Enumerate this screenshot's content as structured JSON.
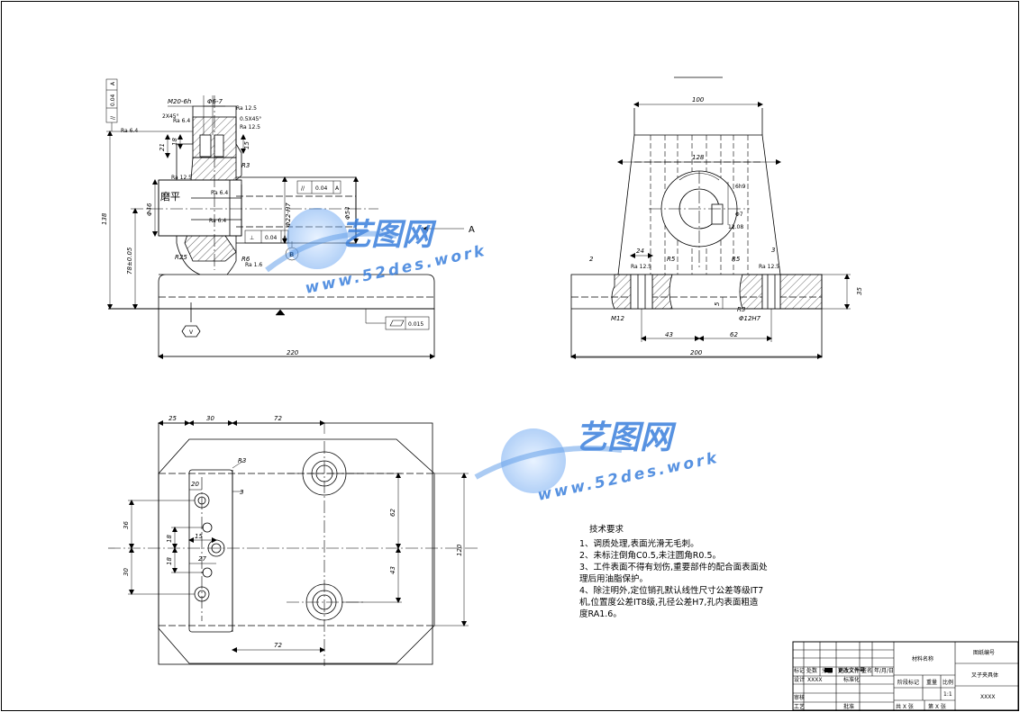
{
  "front_view": {
    "dims": {
      "d220": "220",
      "d138": "138",
      "d78": "78±0.05",
      "d21": "21",
      "d18": "18",
      "d15": "15",
      "m20": "M20-6h",
      "phi6": "Φ6-7",
      "d22": "Φ22-H7",
      "d54": "Φ54",
      "d46": "Φ46",
      "chamfer1": "2X45°",
      "chamfer2": "0.5X45°",
      "r3": "R3",
      "r6": "R6",
      "r25": "R25"
    },
    "labels": {
      "grind": "磨平",
      "datum_a": "A",
      "datum_b": "B",
      "datum_v": "V"
    },
    "tolerances": {
      "parallel1_sym": "//",
      "parallel1_val": "0.04",
      "parallel1_ref": "A",
      "parallel2_sym": "//",
      "parallel2_val": "0.04",
      "parallel2_ref": "A",
      "perp_sym": "⊥",
      "perp_val": "0.04",
      "perp_ref": "A",
      "flat_val": "0.015"
    },
    "roughness": [
      "Ra 6.4",
      "Ra 6.4",
      "Ra 12.5",
      "Ra 12.5",
      "Ra 12.5",
      "Ra 6.4",
      "Ra 6.4",
      "Ra 1.6"
    ]
  },
  "side_view": {
    "dims": {
      "d100": "100",
      "d128": "128",
      "d200": "200",
      "d24": "24",
      "d43": "43",
      "d62": "62",
      "d35": "35",
      "d2": "2",
      "d3": "3",
      "d5": "5",
      "r5a": "R5",
      "r5b": "R5",
      "r3": "R3",
      "m12": "M12",
      "d12": "Φ12H7",
      "h6h9": "6h9",
      "d7": "Φ7",
      "d12b": "12.08"
    },
    "roughness": [
      "Ra 12.5",
      "Ra 12.5"
    ]
  },
  "top_view": {
    "dims": {
      "d25": "25",
      "d30": "30",
      "d72a": "72",
      "d72b": "72",
      "d120": "120",
      "d62": "62",
      "d43": "43",
      "d36": "36",
      "d30b": "30",
      "d18a": "18",
      "d18b": "18",
      "d15": "15",
      "d20": "20",
      "d27": "27",
      "r3": "R3",
      "d3": "3"
    }
  },
  "watermark": {
    "name": "艺图网",
    "url": "www.52des.work"
  },
  "tech": {
    "title": "技术要求",
    "lines": [
      "1、调质处理,表面光滑无毛刺。",
      "2、未标注倒角C0.5,未注圆角R0.5。",
      "3、工件表面不得有划伤,重要部件的配合面表面处",
      "理后用油脂保护。",
      "4、除注明外,定位销孔默认线性尺寸公差等级IT7",
      "机,位置度公差IT8级,孔径公差H7,孔内表面粗造",
      "度RA1.6。"
    ]
  },
  "title_block": {
    "material": "材料名称",
    "drawing_no": "图纸编号",
    "part_name": "叉子夹具体",
    "company": "XXXX",
    "mark": "标记",
    "count": "处数",
    "zone": "分区",
    "change_no": "更改文件号",
    "signature": "签名",
    "date": "年/月/日",
    "design": "设计",
    "design_name": "XXXX",
    "standard": "标准化",
    "stage": "阶段标记",
    "weight": "重量",
    "ratio": "比例",
    "ratio_val": "1:1",
    "check": "审核",
    "craft": "工艺",
    "approve": "批准",
    "total": "共 X 张",
    "sheet": "第 X 张"
  }
}
